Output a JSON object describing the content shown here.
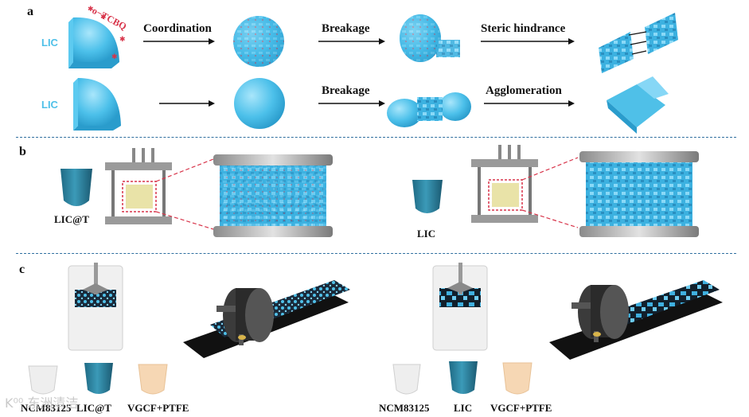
{
  "panels": {
    "a": "a",
    "b": "b",
    "c": "c"
  },
  "row_a1": {
    "material": "LIC",
    "additive": "o−TCBQ",
    "step1": "Coordination",
    "step2": "Breakage",
    "step3": "Steric hindrance"
  },
  "row_a2": {
    "material": "LIC",
    "step2": "Breakage",
    "step3": "Agglomeration"
  },
  "panel_b": {
    "left_label": "LIC@T",
    "right_label": "LIC"
  },
  "panel_c": {
    "left": [
      "NCM83125",
      "LIC@T",
      "VGCF+PTFE"
    ],
    "right": [
      "NCM83125",
      "LIC",
      "VGCF+PTFE"
    ]
  },
  "watermark": "K⁰⁰ 东洲清洁",
  "colors": {
    "blue": "#4fc0e8",
    "red": "#d8344a",
    "teal": "#2f7f9a",
    "divider": "#2f6f9f"
  }
}
